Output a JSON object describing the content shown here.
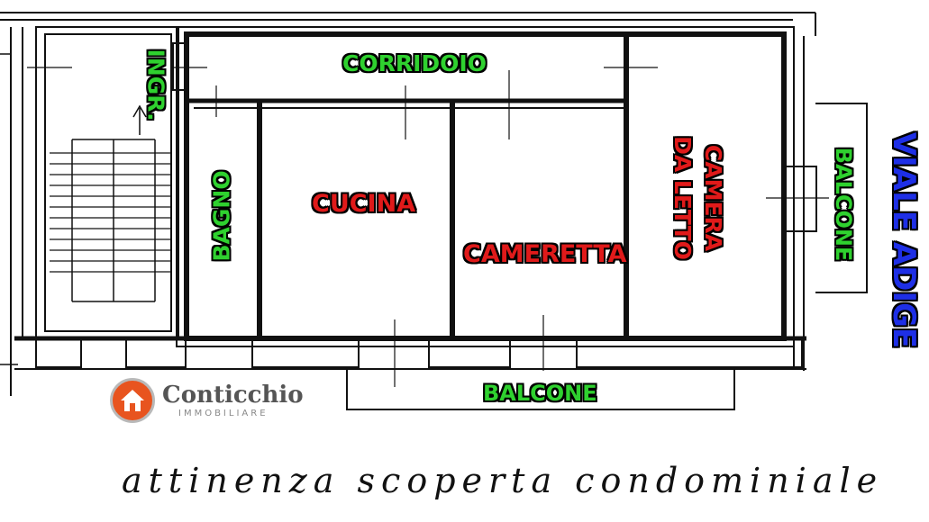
{
  "rooms": {
    "corridoio": "CORRIDOIO",
    "ingresso": "INGR.",
    "bagno": "BAGNO",
    "cucina": "CUCINA",
    "cameretta": "CAMERETTA",
    "camera_line1": "CAMERA",
    "camera_line2": "DA LETTO",
    "balcone_right": "BALCONE",
    "balcone_bottom": "BALCONE"
  },
  "street": "VIALE ADIGE",
  "brand": {
    "name": "Conticchio",
    "sub": "IMMOBILIARE",
    "icon": "house-icon",
    "color": "#e8541f"
  },
  "note": "attinenza scoperta condominiale",
  "colors": {
    "room_green": "#2fd12f",
    "room_red": "#e01a1a",
    "street_blue": "#1e2fe6"
  }
}
